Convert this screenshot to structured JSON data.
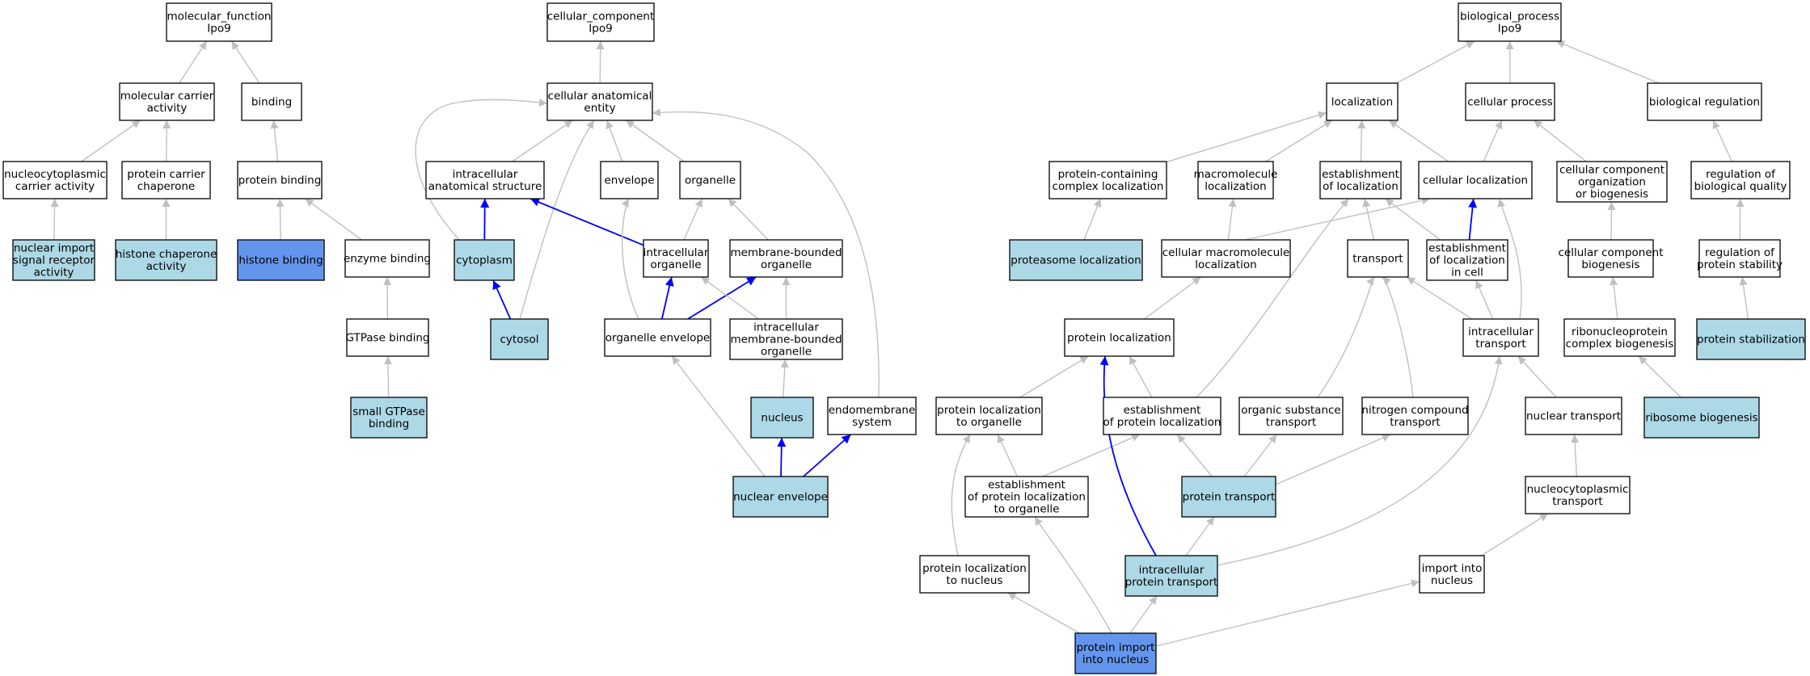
{
  "colors": {
    "plain": "#ffffff",
    "annotated": "#add8e6",
    "direct": "#6495ed",
    "edge_regular": "#c0c0c0",
    "edge_part_of": "#0000ff"
  },
  "nodes": [
    {
      "id": "mf",
      "lines": [
        "molecular_function",
        "Ipo9"
      ],
      "fill": "plain"
    },
    {
      "id": "mca",
      "lines": [
        "molecular carrier",
        "activity"
      ],
      "fill": "plain"
    },
    {
      "id": "binding",
      "lines": [
        "binding"
      ],
      "fill": "plain"
    },
    {
      "id": "ncca",
      "lines": [
        "nucleocytoplasmic",
        "carrier activity"
      ],
      "fill": "plain"
    },
    {
      "id": "pcc",
      "lines": [
        "protein carrier",
        "chaperone"
      ],
      "fill": "plain"
    },
    {
      "id": "pb",
      "lines": [
        "protein binding"
      ],
      "fill": "plain"
    },
    {
      "id": "nisra",
      "lines": [
        "nuclear import",
        "signal receptor",
        "activity"
      ],
      "fill": "annotated"
    },
    {
      "id": "hca",
      "lines": [
        "histone chaperone",
        "activity"
      ],
      "fill": "annotated"
    },
    {
      "id": "hb",
      "lines": [
        "histone binding"
      ],
      "fill": "direct"
    },
    {
      "id": "eb",
      "lines": [
        "enzyme binding"
      ],
      "fill": "plain"
    },
    {
      "id": "gtpb",
      "lines": [
        "GTPase binding"
      ],
      "fill": "plain"
    },
    {
      "id": "sgtpb",
      "lines": [
        "small GTPase",
        "binding"
      ],
      "fill": "annotated"
    },
    {
      "id": "cc",
      "lines": [
        "cellular_component",
        "Ipo9"
      ],
      "fill": "plain"
    },
    {
      "id": "cae",
      "lines": [
        "cellular anatomical",
        "entity"
      ],
      "fill": "plain"
    },
    {
      "id": "ias",
      "lines": [
        "intracellular",
        "anatomical structure"
      ],
      "fill": "plain"
    },
    {
      "id": "envelope",
      "lines": [
        "envelope"
      ],
      "fill": "plain"
    },
    {
      "id": "organelle",
      "lines": [
        "organelle"
      ],
      "fill": "plain"
    },
    {
      "id": "cytoplasm",
      "lines": [
        "cytoplasm"
      ],
      "fill": "annotated"
    },
    {
      "id": "io",
      "lines": [
        "intracellular",
        "organelle"
      ],
      "fill": "plain"
    },
    {
      "id": "mbo",
      "lines": [
        "membrane-bounded",
        "organelle"
      ],
      "fill": "plain"
    },
    {
      "id": "cytosol",
      "lines": [
        "cytosol"
      ],
      "fill": "annotated"
    },
    {
      "id": "oe",
      "lines": [
        "organelle envelope"
      ],
      "fill": "plain"
    },
    {
      "id": "imbo",
      "lines": [
        "intracellular",
        "membrane-bounded",
        "organelle"
      ],
      "fill": "plain"
    },
    {
      "id": "nucleus",
      "lines": [
        "nucleus"
      ],
      "fill": "annotated"
    },
    {
      "id": "ems",
      "lines": [
        "endomembrane",
        "system"
      ],
      "fill": "plain"
    },
    {
      "id": "ne",
      "lines": [
        "nuclear envelope"
      ],
      "fill": "annotated"
    },
    {
      "id": "bp",
      "lines": [
        "biological_process",
        "Ipo9"
      ],
      "fill": "plain"
    },
    {
      "id": "loc",
      "lines": [
        "localization"
      ],
      "fill": "plain"
    },
    {
      "id": "cp",
      "lines": [
        "cellular process"
      ],
      "fill": "plain"
    },
    {
      "id": "br",
      "lines": [
        "biological regulation"
      ],
      "fill": "plain"
    },
    {
      "id": "pccl",
      "lines": [
        "protein-containing",
        "complex localization"
      ],
      "fill": "plain"
    },
    {
      "id": "ml",
      "lines": [
        "macromolecule",
        "localization"
      ],
      "fill": "plain"
    },
    {
      "id": "eol",
      "lines": [
        "establishment",
        "of localization"
      ],
      "fill": "plain"
    },
    {
      "id": "cl",
      "lines": [
        "cellular localization"
      ],
      "fill": "plain"
    },
    {
      "id": "ccob",
      "lines": [
        "cellular component",
        "organization",
        "or biogenesis"
      ],
      "fill": "plain"
    },
    {
      "id": "rbq",
      "lines": [
        "regulation of",
        "biological quality"
      ],
      "fill": "plain"
    },
    {
      "id": "proteasome",
      "lines": [
        "proteasome localization"
      ],
      "fill": "annotated"
    },
    {
      "id": "cml",
      "lines": [
        "cellular macromolecule",
        "localization"
      ],
      "fill": "plain"
    },
    {
      "id": "transport",
      "lines": [
        "transport"
      ],
      "fill": "plain"
    },
    {
      "id": "eolc",
      "lines": [
        "establishment",
        "of localization",
        "in cell"
      ],
      "fill": "plain"
    },
    {
      "id": "ccb",
      "lines": [
        "cellular component",
        "biogenesis"
      ],
      "fill": "plain"
    },
    {
      "id": "rps",
      "lines": [
        "regulation of",
        "protein stability"
      ],
      "fill": "plain"
    },
    {
      "id": "pl",
      "lines": [
        "protein localization"
      ],
      "fill": "plain"
    },
    {
      "id": "it",
      "lines": [
        "intracellular",
        "transport"
      ],
      "fill": "plain"
    },
    {
      "id": "rcb",
      "lines": [
        "ribonucleoprotein",
        "complex biogenesis"
      ],
      "fill": "plain"
    },
    {
      "id": "ps",
      "lines": [
        "protein stabilization"
      ],
      "fill": "annotated"
    },
    {
      "id": "plo",
      "lines": [
        "protein localization",
        "to organelle"
      ],
      "fill": "plain"
    },
    {
      "id": "epl",
      "lines": [
        "establishment",
        "of protein localization"
      ],
      "fill": "plain"
    },
    {
      "id": "ost",
      "lines": [
        "organic substance",
        "transport"
      ],
      "fill": "plain"
    },
    {
      "id": "nct",
      "lines": [
        "nitrogen compound",
        "transport"
      ],
      "fill": "plain"
    },
    {
      "id": "nt",
      "lines": [
        "nuclear transport"
      ],
      "fill": "plain"
    },
    {
      "id": "rb",
      "lines": [
        "ribosome biogenesis"
      ],
      "fill": "annotated"
    },
    {
      "id": "eplo",
      "lines": [
        "establishment",
        "of protein localization",
        "to organelle"
      ],
      "fill": "plain"
    },
    {
      "id": "pt",
      "lines": [
        "protein transport"
      ],
      "fill": "annotated"
    },
    {
      "id": "nctr",
      "lines": [
        "nucleocytoplasmic",
        "transport"
      ],
      "fill": "plain"
    },
    {
      "id": "pln",
      "lines": [
        "protein localization",
        "to nucleus"
      ],
      "fill": "plain"
    },
    {
      "id": "ipt",
      "lines": [
        "intracellular",
        "protein transport"
      ],
      "fill": "annotated"
    },
    {
      "id": "iin",
      "lines": [
        "import into",
        "nucleus"
      ],
      "fill": "plain"
    },
    {
      "id": "pin",
      "lines": [
        "protein import",
        "into nucleus"
      ],
      "fill": "direct"
    }
  ],
  "edges": [
    [
      "mca",
      "mf",
      "grey"
    ],
    [
      "binding",
      "mf",
      "grey"
    ],
    [
      "ncca",
      "mca",
      "grey"
    ],
    [
      "pcc",
      "mca",
      "grey"
    ],
    [
      "pb",
      "binding",
      "grey"
    ],
    [
      "nisra",
      "ncca",
      "grey"
    ],
    [
      "hca",
      "pcc",
      "grey"
    ],
    [
      "hb",
      "pb",
      "grey"
    ],
    [
      "eb",
      "pb",
      "grey"
    ],
    [
      "gtpb",
      "eb",
      "grey"
    ],
    [
      "sgtpb",
      "gtpb",
      "grey"
    ],
    [
      "cae",
      "cc",
      "grey"
    ],
    [
      "ias",
      "cae",
      "grey"
    ],
    [
      "envelope",
      "cae",
      "grey"
    ],
    [
      "organelle",
      "cae",
      "grey"
    ],
    [
      "cytoplasm",
      "cae",
      "grey"
    ],
    [
      "cytosol",
      "cae",
      "grey"
    ],
    [
      "ems",
      "cae",
      "grey"
    ],
    [
      "cytoplasm",
      "ias",
      "blue"
    ],
    [
      "io",
      "ias",
      "blue"
    ],
    [
      "cytosol",
      "cytoplasm",
      "blue"
    ],
    [
      "io",
      "organelle",
      "grey"
    ],
    [
      "mbo",
      "organelle",
      "grey"
    ],
    [
      "oe",
      "envelope",
      "grey"
    ],
    [
      "oe",
      "io",
      "blue"
    ],
    [
      "oe",
      "mbo",
      "blue"
    ],
    [
      "imbo",
      "io",
      "grey"
    ],
    [
      "imbo",
      "mbo",
      "grey"
    ],
    [
      "nucleus",
      "imbo",
      "grey"
    ],
    [
      "ne",
      "oe",
      "grey"
    ],
    [
      "ne",
      "nucleus",
      "blue"
    ],
    [
      "ne",
      "ems",
      "blue"
    ],
    [
      "loc",
      "bp",
      "grey"
    ],
    [
      "cp",
      "bp",
      "grey"
    ],
    [
      "br",
      "bp",
      "grey"
    ],
    [
      "pccl",
      "loc",
      "grey"
    ],
    [
      "ml",
      "loc",
      "grey"
    ],
    [
      "eol",
      "loc",
      "grey"
    ],
    [
      "cl",
      "loc",
      "grey"
    ],
    [
      "cl",
      "cp",
      "grey"
    ],
    [
      "ccob",
      "cp",
      "grey"
    ],
    [
      "rbq",
      "br",
      "grey"
    ],
    [
      "proteasome",
      "pccl",
      "grey"
    ],
    [
      "cml",
      "ml",
      "grey"
    ],
    [
      "cml",
      "cl",
      "grey"
    ],
    [
      "transport",
      "eol",
      "grey"
    ],
    [
      "eolc",
      "eol",
      "grey"
    ],
    [
      "eolc",
      "cl",
      "blue"
    ],
    [
      "ccb",
      "ccob",
      "grey"
    ],
    [
      "rps",
      "rbq",
      "grey"
    ],
    [
      "pl",
      "cml",
      "grey"
    ],
    [
      "it",
      "transport",
      "grey"
    ],
    [
      "it",
      "eolc",
      "grey"
    ],
    [
      "it",
      "cl",
      "grey"
    ],
    [
      "rcb",
      "ccb",
      "grey"
    ],
    [
      "ps",
      "rps",
      "grey"
    ],
    [
      "plo",
      "pl",
      "grey"
    ],
    [
      "epl",
      "pl",
      "grey"
    ],
    [
      "epl",
      "eol",
      "grey"
    ],
    [
      "ost",
      "transport",
      "grey"
    ],
    [
      "nct",
      "transport",
      "grey"
    ],
    [
      "nt",
      "it",
      "grey"
    ],
    [
      "rb",
      "rcb",
      "grey"
    ],
    [
      "eplo",
      "plo",
      "grey"
    ],
    [
      "eplo",
      "epl",
      "grey"
    ],
    [
      "pt",
      "epl",
      "grey"
    ],
    [
      "pt",
      "ost",
      "grey"
    ],
    [
      "pt",
      "nct",
      "grey"
    ],
    [
      "nctr",
      "nt",
      "grey"
    ],
    [
      "pln",
      "plo",
      "grey"
    ],
    [
      "ipt",
      "pt",
      "grey"
    ],
    [
      "ipt",
      "it",
      "grey"
    ],
    [
      "ipt",
      "pl",
      "blue"
    ],
    [
      "iin",
      "nctr",
      "grey"
    ],
    [
      "pin",
      "pln",
      "grey"
    ],
    [
      "pin",
      "ipt",
      "grey"
    ],
    [
      "pin",
      "iin",
      "grey"
    ],
    [
      "pin",
      "eplo",
      "grey"
    ]
  ]
}
